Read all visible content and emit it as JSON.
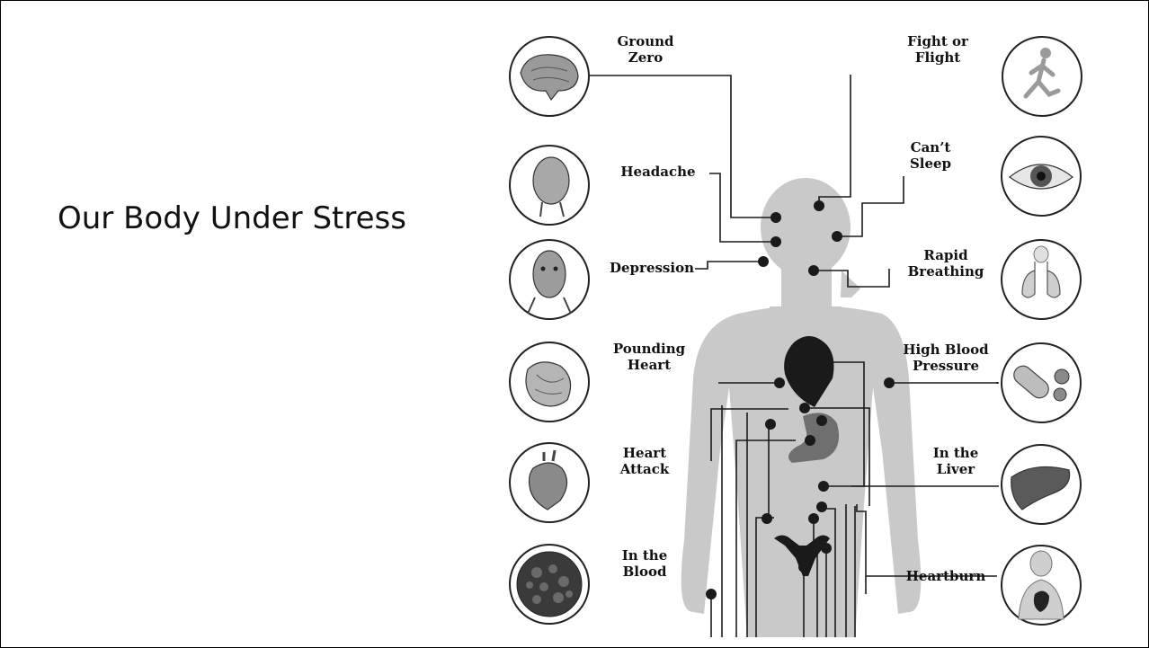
{
  "title": "Our Body Under Stress",
  "colors": {
    "silhouette": "#c9c9c9",
    "organ": "#1a1a1a",
    "stomach": "#6f6f6f",
    "line": "#1a1a1a",
    "circle_stroke": "#222222"
  },
  "left_labels": [
    {
      "lines": [
        "Ground",
        "Zero"
      ],
      "icon": "brain-icon"
    },
    {
      "lines": [
        "Headache"
      ],
      "icon": "head-muscles-icon"
    },
    {
      "lines": [
        "Depression"
      ],
      "icon": "face-muscles-icon"
    },
    {
      "lines": [
        "Pounding",
        "Heart"
      ],
      "icon": "heart-cross-section-icon"
    },
    {
      "lines": [
        "Heart",
        "Attack"
      ],
      "icon": "heart-icon"
    },
    {
      "lines": [
        "In the",
        "Blood"
      ],
      "icon": "blood-cells-icon"
    }
  ],
  "right_labels": [
    {
      "lines": [
        "Fight or",
        "Flight"
      ],
      "icon": "runner-icon"
    },
    {
      "lines": [
        "Can’t",
        "Sleep"
      ],
      "icon": "eye-icon"
    },
    {
      "lines": [
        "Rapid",
        "Breathing"
      ],
      "icon": "lungs-icon"
    },
    {
      "lines": [
        "High Blood",
        "Pressure"
      ],
      "icon": "pills-icon"
    },
    {
      "lines": [
        "In the",
        "Liver"
      ],
      "icon": "liver-icon"
    },
    {
      "lines": [
        "Heartburn"
      ],
      "icon": "torso-icon"
    }
  ]
}
